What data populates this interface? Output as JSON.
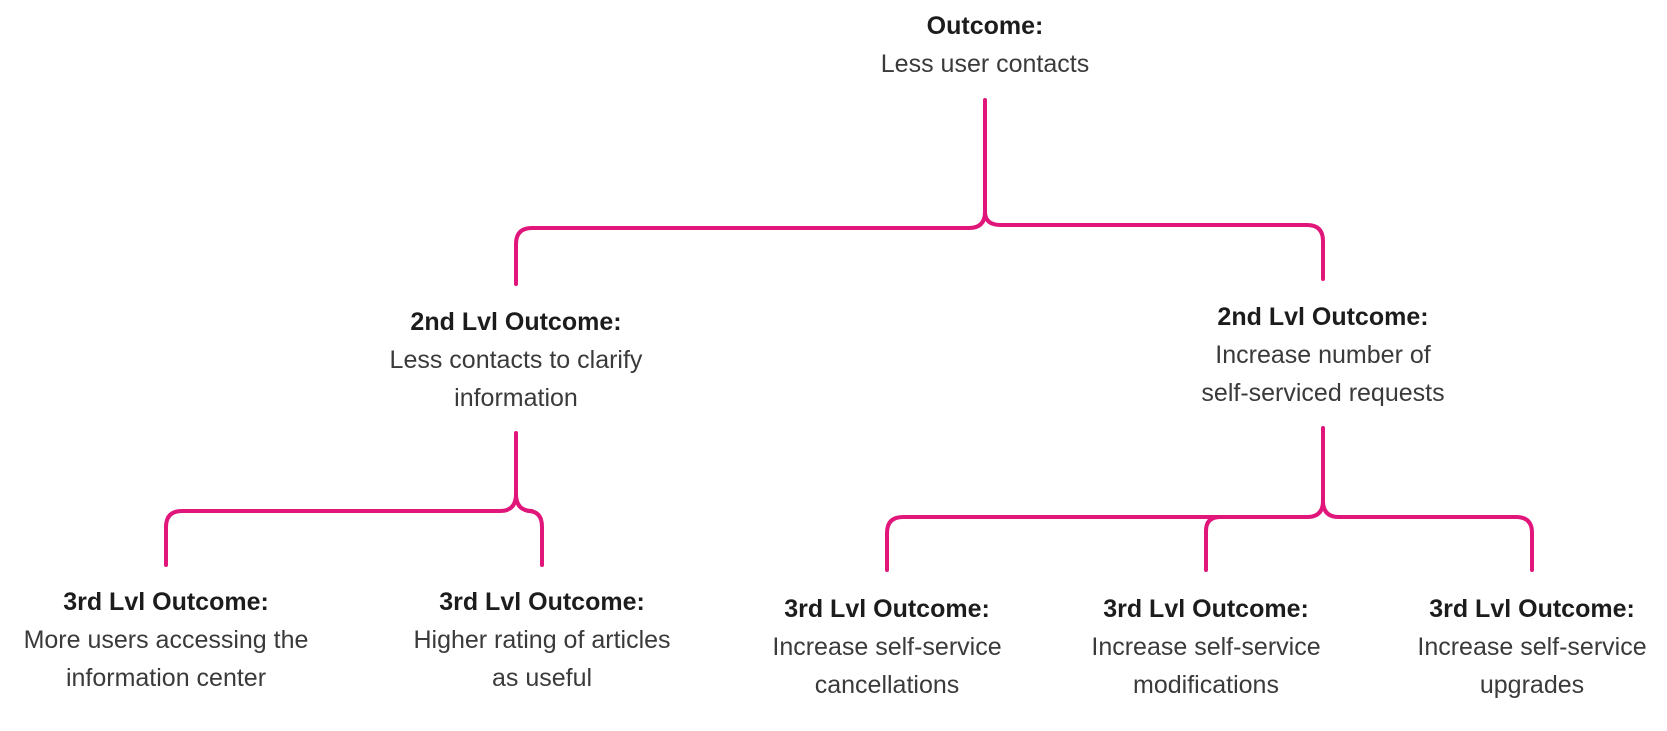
{
  "colors": {
    "connector": "#e0167a"
  },
  "nodes": {
    "root": {
      "heading": "Outcome:",
      "line1": "Less user contacts"
    },
    "second_left": {
      "heading": "2nd Lvl Outcome:",
      "line1": "Less contacts to clarify",
      "line2": "information"
    },
    "second_right": {
      "heading": "2nd Lvl Outcome:",
      "line1": "Increase number of",
      "line2": "self-serviced requests"
    },
    "third_1": {
      "heading": "3rd Lvl Outcome:",
      "line1": "More users accessing the",
      "line2": "information center"
    },
    "third_2": {
      "heading": "3rd Lvl Outcome:",
      "line1": "Higher rating of articles",
      "line2": "as useful"
    },
    "third_3": {
      "heading": "3rd Lvl Outcome:",
      "line1": "Increase self-service",
      "line2": "cancellations"
    },
    "third_4": {
      "heading": "3rd Lvl Outcome:",
      "line1": "Increase self-service",
      "line2": "modifications"
    },
    "third_5": {
      "heading": "3rd Lvl Outcome:",
      "line1": "Increase self-service",
      "line2": "upgrades"
    }
  }
}
